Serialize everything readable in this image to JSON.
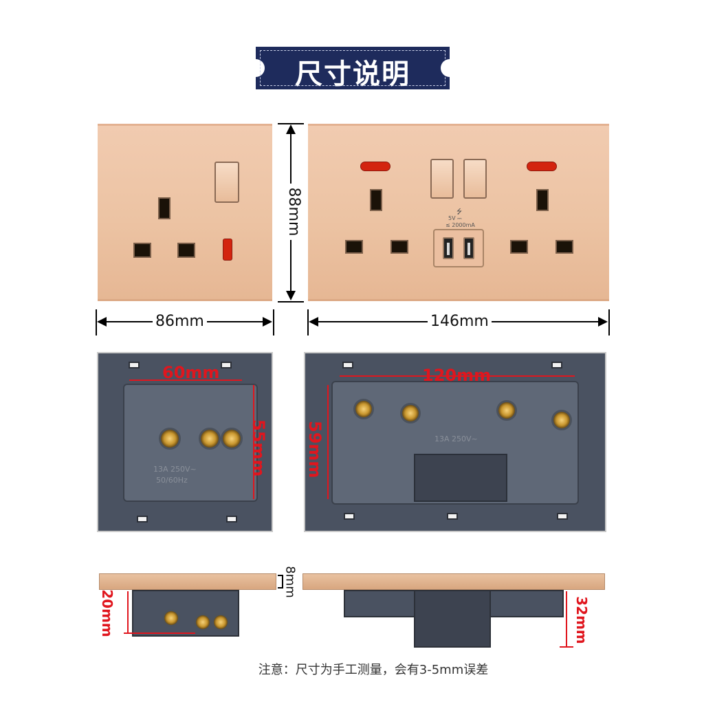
{
  "title": "尺寸说明",
  "dimensions": {
    "width_single": "86mm",
    "width_double": "146mm",
    "height": "88mm",
    "back_single_width": "60mm",
    "back_single_height": "55mm",
    "back_double_width": "120mm",
    "back_double_height": "59mm",
    "thickness": "8mm",
    "depth_single": "20mm",
    "depth_double": "32mm"
  },
  "usb_labels": {
    "voltage": "5V ⎓",
    "current": "≤ 2000mA"
  },
  "back_labels": {
    "single_rating": "13A 250V~",
    "single_freq": "50/60Hz",
    "double_rating": "13A 250V~"
  },
  "note": "注意：尺寸为手工测量，会有3-5mm误差",
  "colors": {
    "banner": "#1e2b5c",
    "gold": "#ecc3a3",
    "back": "#4a5261",
    "dimension_red": "#e0161e"
  }
}
